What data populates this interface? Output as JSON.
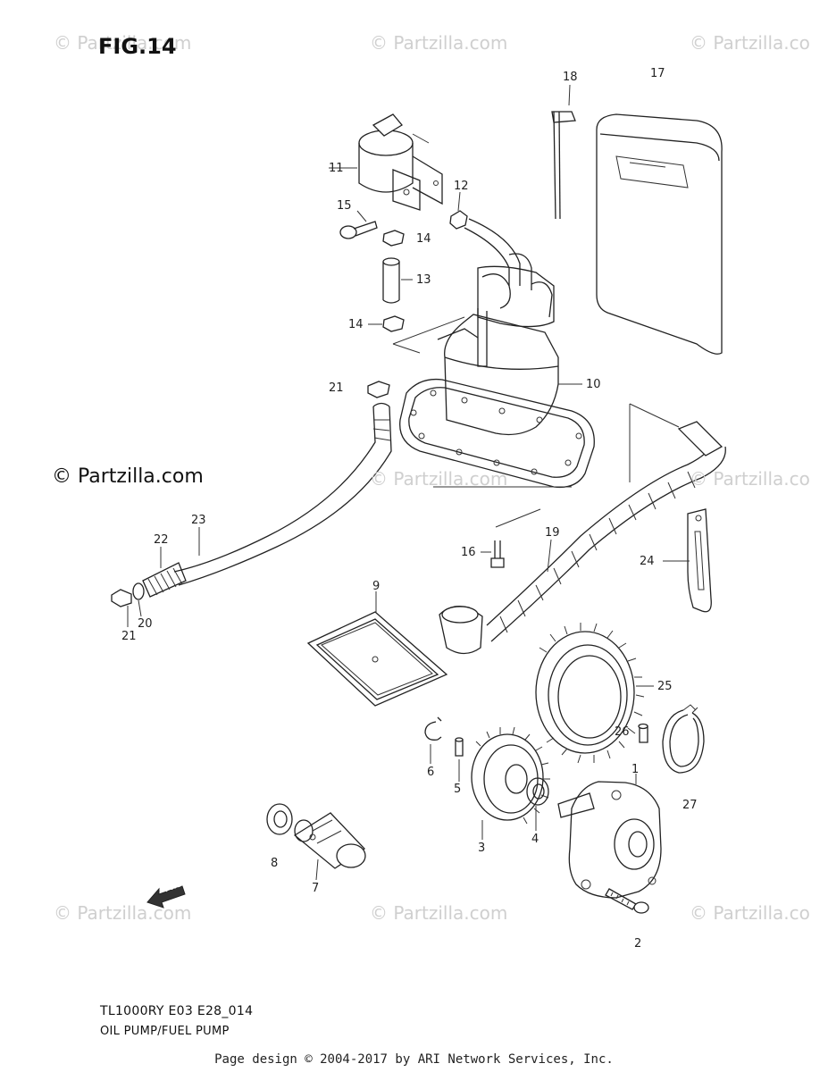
{
  "figure": {
    "title": "FIG.14"
  },
  "watermark": {
    "text": "© Partzilla.com",
    "faded": [
      {
        "text": "© Partzilla.com"
      },
      {
        "text": "© Partzilla.com"
      },
      {
        "text": "© Partzilla.co"
      },
      {
        "text": "© Partzilla.com"
      },
      {
        "text": "© Partzilla.co"
      },
      {
        "text": "© Partzilla.com"
      },
      {
        "text": "© Partzilla.com"
      },
      {
        "text": "© Partzilla.co"
      }
    ]
  },
  "callouts": [
    {
      "label": "18"
    },
    {
      "label": "17"
    },
    {
      "label": "11"
    },
    {
      "label": "12"
    },
    {
      "label": "15"
    },
    {
      "label": "14"
    },
    {
      "label": "13"
    },
    {
      "label": "14"
    },
    {
      "label": "21"
    },
    {
      "label": "10"
    },
    {
      "label": "23"
    },
    {
      "label": "22"
    },
    {
      "label": "16"
    },
    {
      "label": "19"
    },
    {
      "label": "24"
    },
    {
      "label": "21"
    },
    {
      "label": "20"
    },
    {
      "label": "9"
    },
    {
      "label": "25"
    },
    {
      "label": "26"
    },
    {
      "label": "6"
    },
    {
      "label": "5"
    },
    {
      "label": "1"
    },
    {
      "label": "27"
    },
    {
      "label": "3"
    },
    {
      "label": "4"
    },
    {
      "label": "8"
    },
    {
      "label": "7"
    },
    {
      "label": "2"
    }
  ],
  "fwd_label": "FWD",
  "model_code": "TL1000RY E03 E28_014",
  "caption": "OIL PUMP/FUEL PUMP",
  "footer": "Page design © 2004-2017 by ARI Network Services, Inc."
}
